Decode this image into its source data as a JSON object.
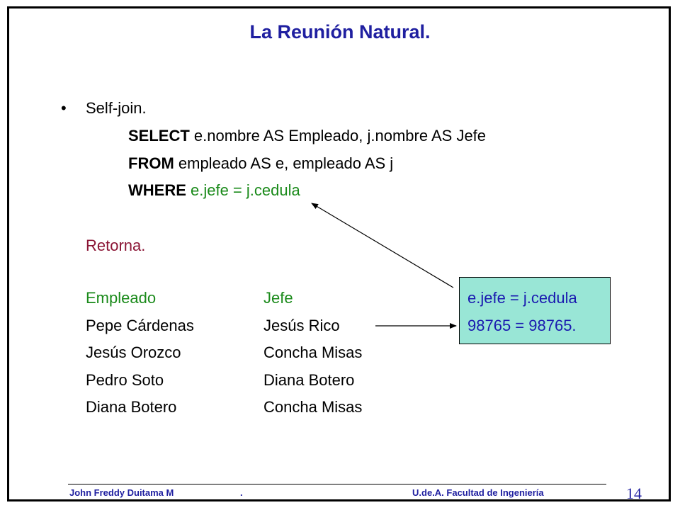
{
  "slide": {
    "title": "La Reunión Natural.",
    "bullet_symbol": "•",
    "bullet_text": "Self-join.",
    "sql": {
      "select_kw": "SELECT",
      "select_rest": " e.nombre AS Empleado, j.nombre  AS Jefe",
      "from_kw": "FROM",
      "from_rest": "  empleado AS e,  empleado AS j",
      "where_kw": "WHERE",
      "where_rest": " e.jefe = j.cedula"
    },
    "returns_label": "Retorna.",
    "result_table": {
      "headers": [
        "Empleado",
        "Jefe"
      ],
      "rows": [
        [
          "Pepe Cárdenas",
          "Jesús Rico"
        ],
        [
          "Jesús Orozco",
          "Concha Misas"
        ],
        [
          "Pedro Soto",
          "Diana Botero"
        ],
        [
          "Diana Botero",
          "Concha Misas"
        ]
      ]
    },
    "callout": {
      "line1": "e.jefe  = j.cedula",
      "line2": "98765 = 98765.",
      "background": "#99e6d6"
    }
  },
  "footer": {
    "author": "John Freddy  Duitama M",
    "separator": ".",
    "institution": "U.de.A. Facultad de Ingeniería",
    "page_number": "14"
  },
  "colors": {
    "title": "#1f1fa0",
    "keyword_text": "#000000",
    "where_condition": "#1a8a1a",
    "returns": "#8b1535",
    "headers": "#1a8a1a",
    "callout_values": "#1a1ab0"
  }
}
